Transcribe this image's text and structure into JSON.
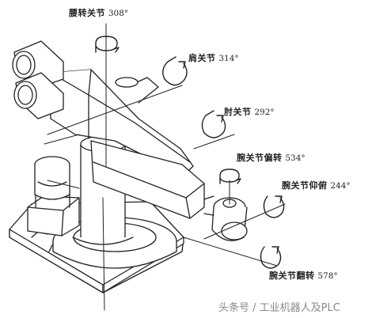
{
  "labels": {
    "waist": {
      "name": "腰转关节",
      "angle": "308°"
    },
    "shoulder": {
      "name": "肩关节",
      "angle": "314°"
    },
    "elbow": {
      "name": "肘关节",
      "angle": "292°"
    },
    "wrist_yaw": {
      "name": "腕关节偏转",
      "angle": "534°"
    },
    "wrist_pitch": {
      "name": "腕关节仰俯",
      "angle": "244°"
    },
    "wrist_roll": {
      "name": "腕关节翻转",
      "angle": "578°"
    }
  },
  "watermark": "头条号 / 工业机器人及PLC",
  "colors": {
    "line": "#222222",
    "background": "#ffffff",
    "watermark": "#8a8a8a"
  }
}
